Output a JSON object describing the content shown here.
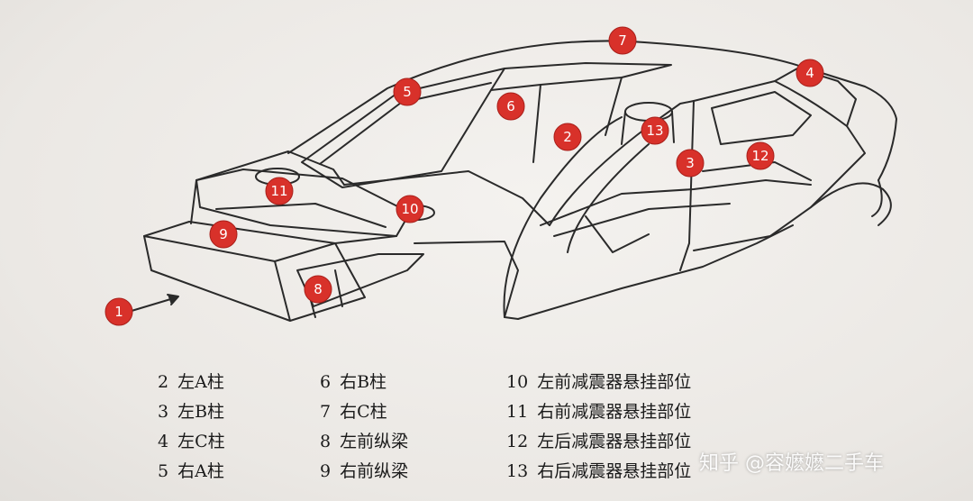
{
  "markers": [
    "1",
    "2",
    "3",
    "4",
    "5",
    "6",
    "7",
    "8",
    "9",
    "10",
    "11",
    "12",
    "13"
  ],
  "legend": [
    [
      {
        "num": "2",
        "label": "左A柱"
      },
      {
        "num": "3",
        "label": "左B柱"
      },
      {
        "num": "4",
        "label": "左C柱"
      },
      {
        "num": "5",
        "label": "右A柱"
      }
    ],
    [
      {
        "num": "6",
        "label": "右B柱"
      },
      {
        "num": "7",
        "label": "右C柱"
      },
      {
        "num": "8",
        "label": "左前纵梁"
      },
      {
        "num": "9",
        "label": "右前纵梁"
      }
    ],
    [
      {
        "num": "10",
        "label": "左前减震器悬挂部位"
      },
      {
        "num": "11",
        "label": "右前减震器悬挂部位"
      },
      {
        "num": "12",
        "label": "左后减震器悬挂部位"
      },
      {
        "num": "13",
        "label": "右后减震器悬挂部位"
      }
    ]
  ],
  "watermark": "知乎 @容嬷嬷二手车",
  "colors": {
    "marker": "#d8312a",
    "line": "#2a2a2a"
  }
}
